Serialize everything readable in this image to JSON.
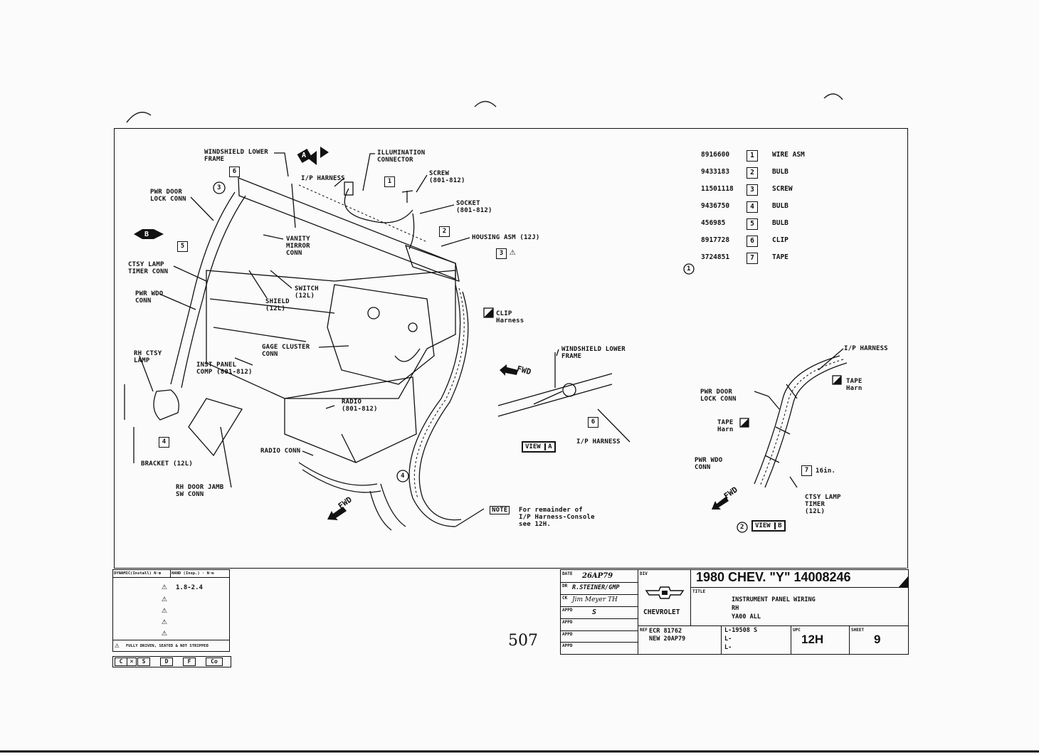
{
  "diagram": {
    "callouts": {
      "windshield_lower_frame": "WINDSHIELD LOWER\nFRAME",
      "ip_harness_top": "I/P HARNESS",
      "illumination_connector": "ILLUMINATION\nCONNECTOR",
      "screw": "SCREW\n(801-812)",
      "socket": "SOCKET\n(801-812)",
      "housing_asm": "HOUSING ASM (12J)",
      "pwr_door_lock_conn": "PWR DOOR\nLOCK CONN",
      "vanity_mirror_conn": "VANITY\nMIRROR\nCONN",
      "ctsy_lamp_timer_conn": "CTSY LAMP\nTIMER CONN",
      "switch_12l": "SWITCH\n(12L)",
      "shield_12l": "SHIELD\n(12L)",
      "pwr_wdo_conn": "PWR WDO\nCONN",
      "clip_harness": "CLIP\nHarness",
      "gage_cluster_conn": "GAGE CLUSTER\nCONN",
      "rh_ctsy_lamp": "RH CTSY\nLAMP",
      "inst_panel_comp": "INST PANEL\nCOMP (801-812)",
      "radio": "RADIO\n(801-812)",
      "radio_conn": "RADIO CONN",
      "bracket": "BRACKET (12L)",
      "rh_door_jamb": "RH DOOR JAMB\nSW CONN",
      "fwd": "FWD",
      "note_label": "NOTE",
      "note_text": "For remainder of\nI/P Harness-Console\nsee 12H.",
      "view_a_windshield": "WINDSHIELD LOWER\nFRAME",
      "view_a_ip_harness": "I/P HARNESS",
      "view_a_label": "VIEW",
      "view_a_letter": "A",
      "view_b_ip_harness": "I/P HARNESS",
      "view_b_tape_harn_1": "TAPE\nHarn",
      "view_b_pwr_door_lock": "PWR DOOR\nLOCK CONN",
      "view_b_tape_harn_2": "TAPE\nHarn",
      "view_b_pwr_wdo": "PWR WDO\nCONN",
      "view_b_16in": "16in.",
      "view_b_ctsy_lamp": "CTSY LAMP\nTIMER\n(12L)",
      "view_b_label": "VIEW",
      "view_b_letter": "B",
      "circle_1": "1",
      "circle_2": "2",
      "circle_3": "3",
      "circle_4": "4",
      "box_a": "A",
      "box_b": "B"
    },
    "item_numbers": [
      "1",
      "2",
      "3",
      "4",
      "5",
      "6",
      "7"
    ]
  },
  "parts_list": [
    {
      "part_no": "8916600",
      "item": "1",
      "desc": "WIRE ASM"
    },
    {
      "part_no": "9433183",
      "item": "2",
      "desc": "BULB"
    },
    {
      "part_no": "11501118",
      "item": "3",
      "desc": "SCREW"
    },
    {
      "part_no": "9436750",
      "item": "4",
      "desc": "BULB"
    },
    {
      "part_no": "456985",
      "item": "5",
      "desc": "BULB"
    },
    {
      "part_no": "8917728",
      "item": "6",
      "desc": "CLIP"
    },
    {
      "part_no": "3724851",
      "item": "7",
      "desc": "TAPE"
    }
  ],
  "torque_block": {
    "header_left": "DYNAMIC(Install) N·m",
    "header_right": "HAND (Insp.) · N·m",
    "value": "1.8-2.4",
    "footnote": "FULLY DRIVEN, SEATED & NOT STRIPPED",
    "bottom_boxes": [
      "C",
      "S",
      "D",
      "F",
      "Co"
    ]
  },
  "page_number": "507",
  "title_block": {
    "date_label": "DATE",
    "date_value": "26AP79",
    "drawn_label": "DR",
    "drawn_value": "R.STEINER/GMP",
    "ck_label": "CK",
    "ck_value": "Jim Meyer TH",
    "appd_label": "APPD",
    "appd_value": "S",
    "appd2_label": "APPD",
    "appd3_label": "APPD",
    "appd4_label": "APPD",
    "div_label": "DIV",
    "division": "CHEVROLET",
    "title_main": "1980 CHEV. \"Y\" 14008246",
    "title_label": "TITLE",
    "title_line1": "INSTRUMENT PANEL WIRING",
    "title_line2": "RH",
    "title_line3": "YA00 ALL",
    "ref_label": "REF",
    "ref_line1": "ECR 81762",
    "ref_line2": "NEW 20AP79",
    "l_line1": "L-19508 S",
    "l_line2": "L-",
    "l_line3": "L-",
    "upc_label": "UPC",
    "upc_value": "12H",
    "sheet_label": "SHEET",
    "sheet_value": "9"
  }
}
